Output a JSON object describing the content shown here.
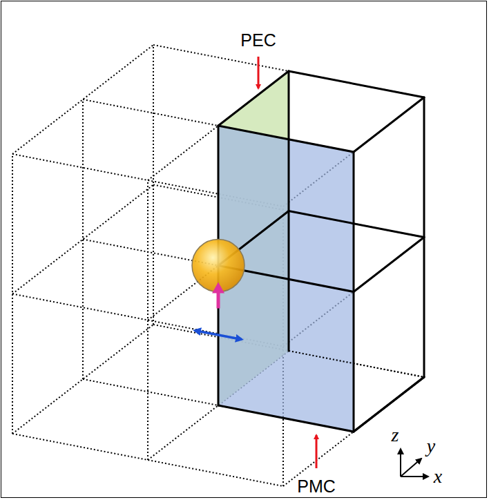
{
  "diagram": {
    "labels": [
      "PEC",
      "PMC",
      "z",
      "y",
      "x"
    ]
  }
}
